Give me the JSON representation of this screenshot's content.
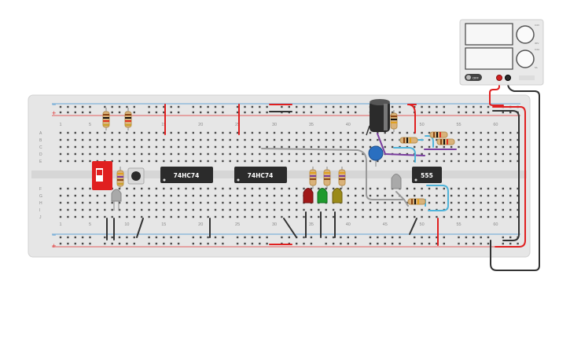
{
  "colors": {
    "board": "#e8e8e8",
    "hole": "#4a4a4a",
    "rail_red": "#e03030",
    "rail_blue": "#3a8fd0",
    "wire_black": "#333333",
    "wire_red": "#e02020",
    "wire_cyan": "#4fb3d9",
    "wire_gray": "#9a9a9a",
    "wire_purple": "#7a3d9e",
    "chip": "#2b2b2b",
    "psu_body": "#e9e9e9",
    "psu_screen": "#f5f5f5"
  },
  "breadboard": {
    "column_labels": [
      "1",
      "5",
      "10",
      "15",
      "20",
      "25",
      "30",
      "35",
      "40",
      "45",
      "50",
      "55",
      "60"
    ],
    "row_labels_top": [
      "A",
      "B",
      "C",
      "D",
      "E"
    ],
    "row_labels_bottom": [
      "F",
      "G",
      "H",
      "I",
      "J"
    ],
    "rail_plus": "+",
    "rail_minus": "−"
  },
  "chips": {
    "u1": "74HC74",
    "u2": "74HC74",
    "u3": "555"
  },
  "power_supply": {
    "off_label": "OFF",
    "knob1_top": "0.0V",
    "knob1_bottom": "30V",
    "knob2_top": "0.0A",
    "knob2_bottom": "5A"
  },
  "icons": {
    "switch": "dip-switch-icon",
    "button": "pushbutton-icon",
    "capacitor": "electrolytic-capacitor-icon",
    "ceramic": "ceramic-capacitor-icon"
  }
}
